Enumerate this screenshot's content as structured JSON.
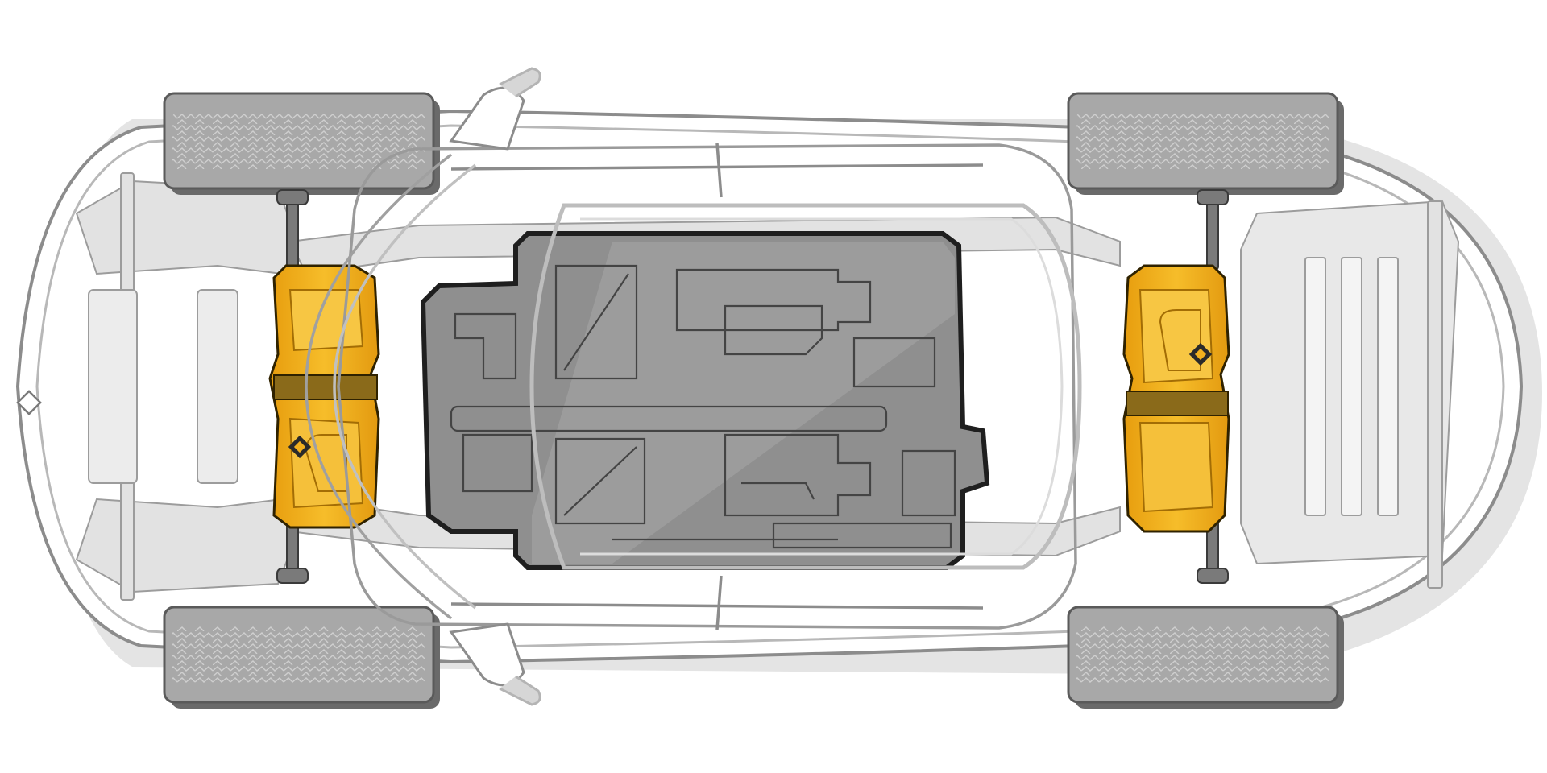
{
  "illustration": {
    "subject": "",
    "view": "",
    "components": [
      {
        "id": "front-drive-unit",
        "label": ""
      },
      {
        "id": "rear-drive-unit",
        "label": ""
      },
      {
        "id": "battery-pack",
        "label": ""
      },
      {
        "id": "wheels",
        "label": ""
      },
      {
        "id": "chassis-frame",
        "label": ""
      }
    ]
  },
  "colors": {
    "background": "#ffffff",
    "body_fill": "#ffffff",
    "body_outline": "#8a8a8a",
    "body_shadow": "#d2d2d2",
    "frame": "#dedede",
    "frame_dark": "#c4c4c4",
    "battery": "#8d8d8d",
    "battery_light": "#a9a9a9",
    "battery_outline": "#2b2b2b",
    "battery_channels": "#4a4a4a",
    "motor": "#f2b01e",
    "motor_dark": "#c78a0c",
    "motor_outline": "#3a2a00",
    "tire": "#9e9e9e",
    "tire_dark": "#5e5e5e",
    "tire_tread": "#dcdcdc"
  },
  "icons": [
    "brand-diamond-icon"
  ]
}
